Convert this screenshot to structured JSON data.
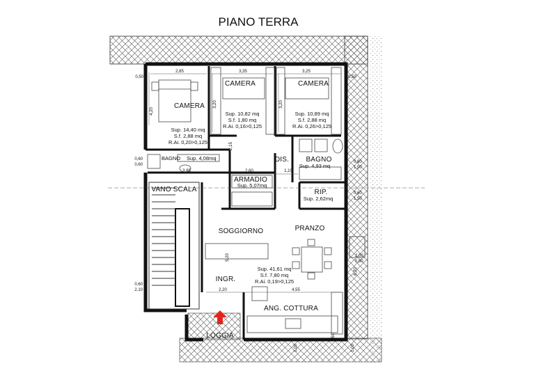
{
  "title": "PIANO TERRA",
  "colors": {
    "wall": "#111111",
    "hatch": "#555555",
    "arrow": "#e0261c",
    "furniture": "#444444"
  },
  "rooms": {
    "camera_1": {
      "name": "CAMERA",
      "sup": "Sup. 14,40 mq",
      "sf": "S.f. 2,88 mq",
      "rai": "R.Ai. 0,20>0,125"
    },
    "camera_2": {
      "name": "CAMERA",
      "sup": "Sup. 10,82 mq",
      "sf": "S.f. 1,80 mq",
      "rai": "R.Ai. 0,16>0,125"
    },
    "camera_3": {
      "name": "CAMERA",
      "sup": "Sup. 10,89 mq",
      "sf": "S.f. 2,88 mq",
      "rai": "R.Ai. 0,26>0,125"
    },
    "bagno_1": {
      "name": "BAGNO",
      "sup": "Sup. 4,08mq"
    },
    "bagno_2": {
      "name": "BAGNO",
      "sup": "Sup. 4,93 mq"
    },
    "armadio": {
      "name": "ARMADIO",
      "sup": "Sup. 5,07mq"
    },
    "dis": {
      "name": "DIS."
    },
    "rip": {
      "name": "RIP.",
      "sup": "Sup. 2,62mq"
    },
    "vanoscala": {
      "name": "VANO SCALA"
    },
    "soggiorno": {
      "name": "SOGGIORNO"
    },
    "pranzo": {
      "name": "PRANZO"
    },
    "ingr": {
      "name": "INGR."
    },
    "ang_cottura": {
      "name": "ANG. COTTURA"
    },
    "loggia": {
      "name": "LOGGIA"
    },
    "living": {
      "sup": "Sup. 41,61 mq",
      "sf": "S.f. 7,80 mq",
      "rai": "R.Ai. 0,19>0,125"
    }
  },
  "dimensions": {
    "top_1": "2,85",
    "top_2": "3,35",
    "top_3": "3,25",
    "left_top": "0,50",
    "right_top": "0,50",
    "cam1_h": "4,20",
    "cam2_h": "3,20",
    "cam3_h": "3,20",
    "dis_h": "2,15",
    "bagno1_w": "3,85",
    "mid_w": "2,60",
    "mid_w2": "1,10",
    "left_mid_a": "0,60",
    "left_mid_b": "0,60",
    "right_mid_a": "0,60",
    "right_mid_b": "1,50",
    "right_rip_a": "0,60",
    "right_rip_b": "1,50",
    "sogg_h": "5,20",
    "pranzo_h": "6,20",
    "bottom_w1": "2,20",
    "bottom_w2": "4,55",
    "left_low_a": "0,60",
    "left_low_b": "2,10",
    "right_low_a": "2,00",
    "right_low_b": "0,80",
    "bottom_a": "0,50",
    "bottom_b": "1,00",
    "bottom_c": "1,00"
  }
}
